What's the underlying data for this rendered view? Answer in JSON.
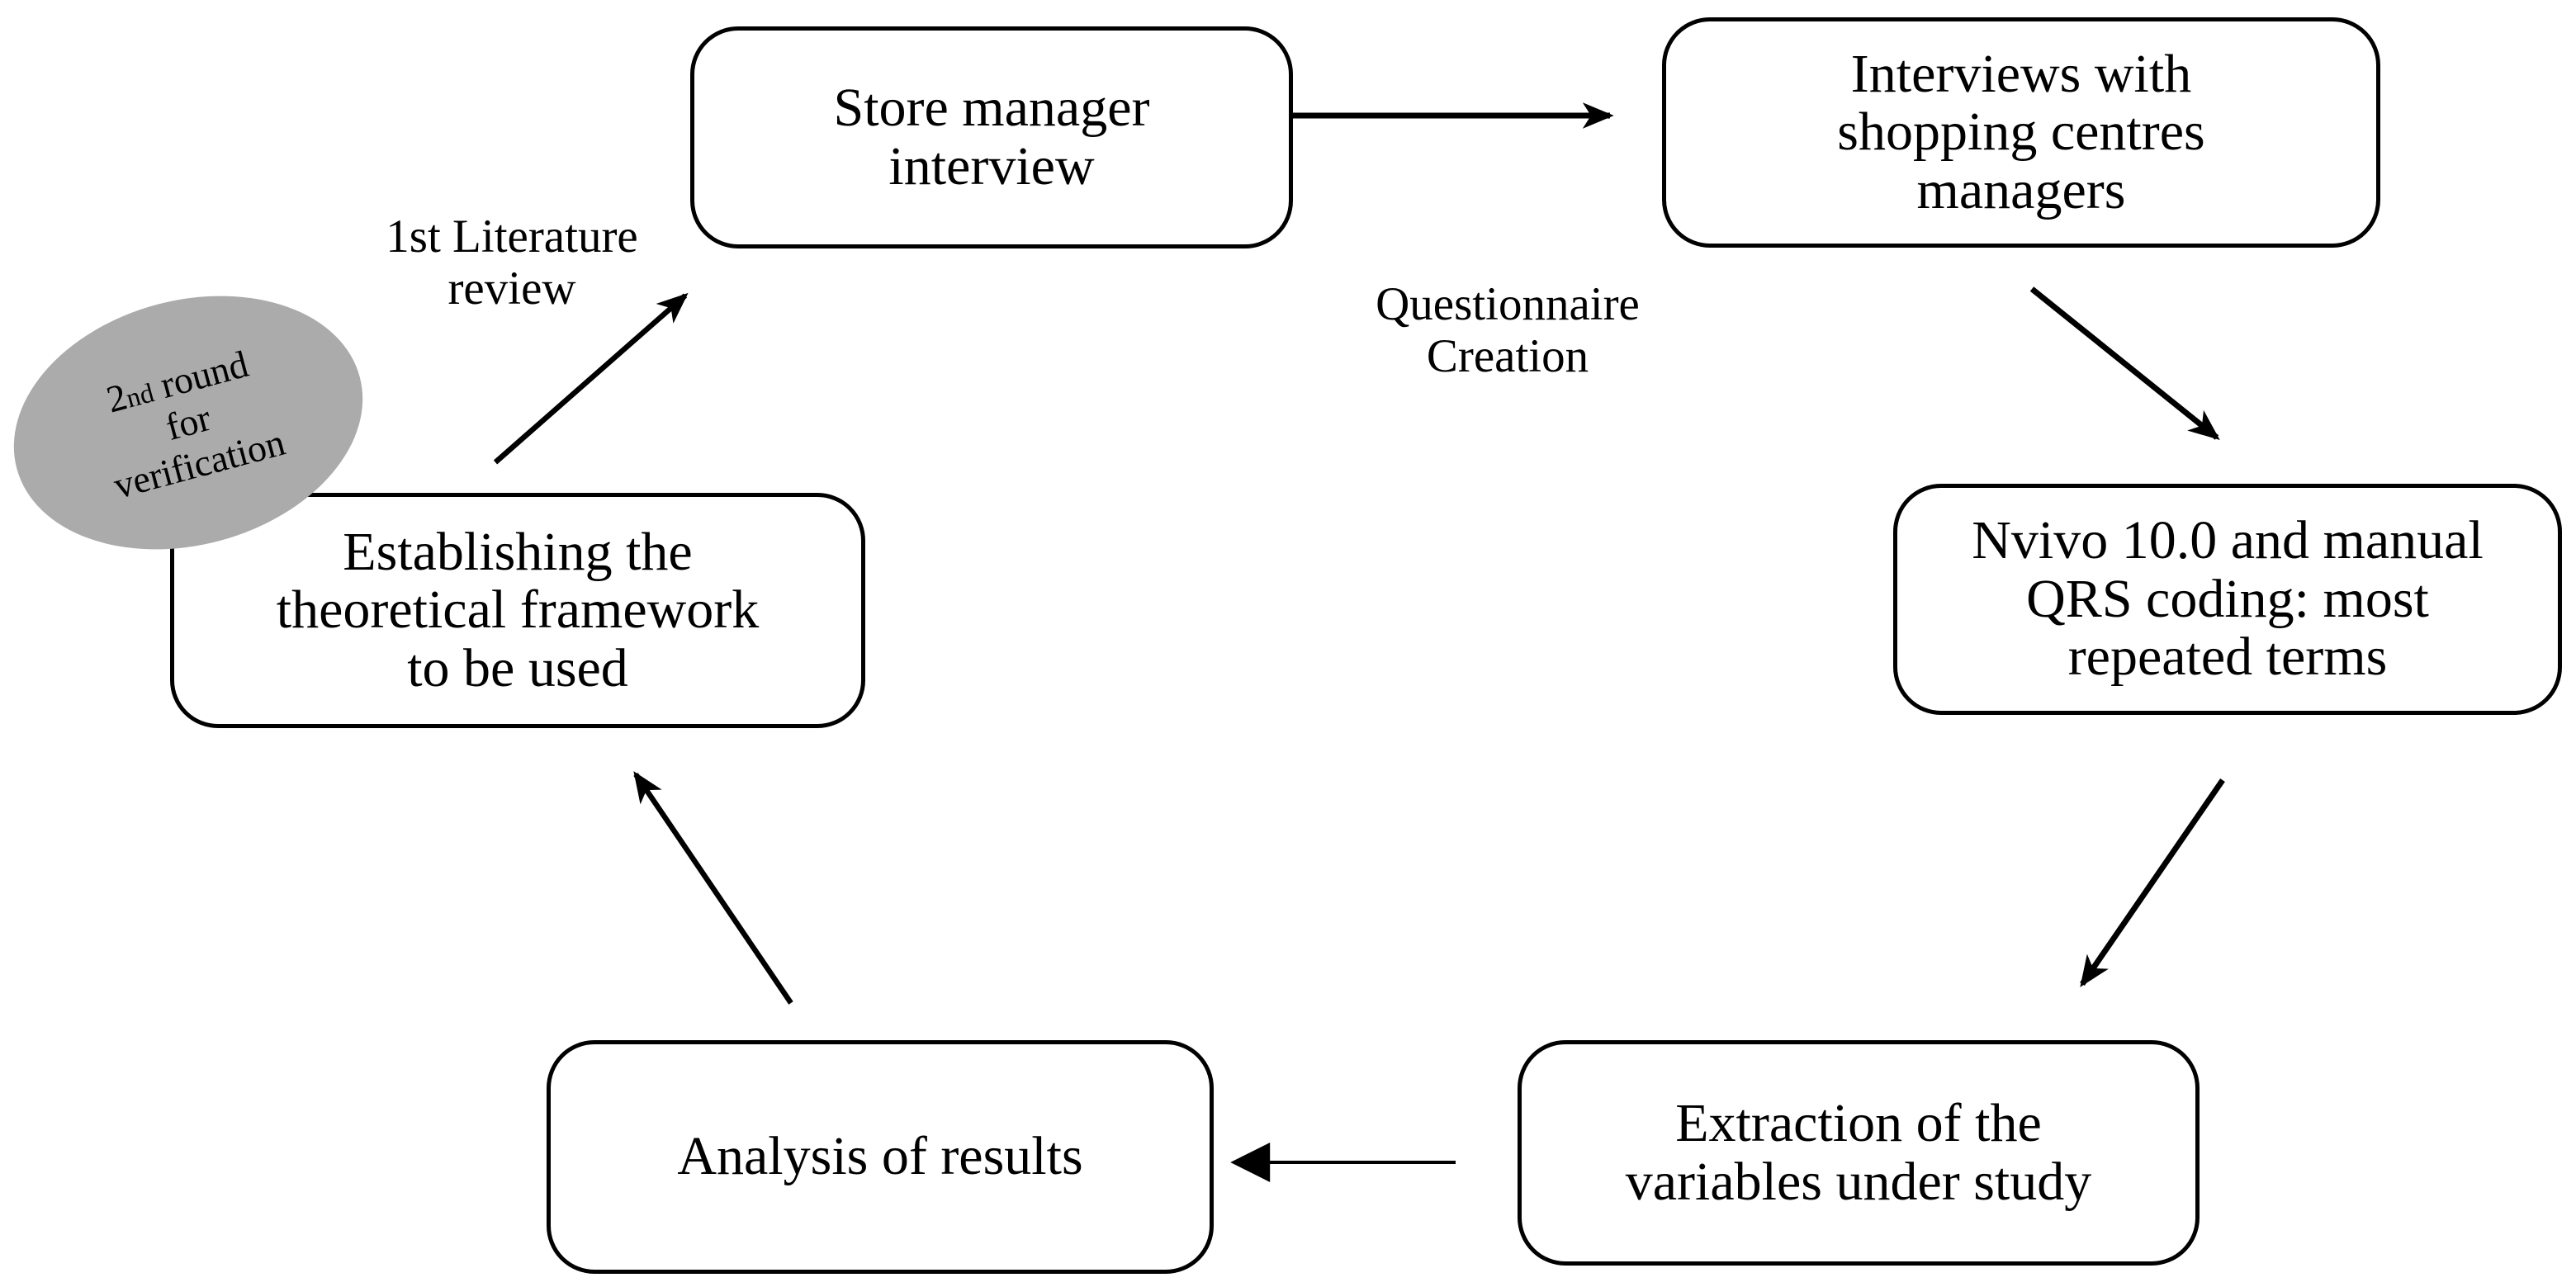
{
  "diagram": {
    "type": "flowchart-cycle",
    "colors": {
      "background": "#ffffff",
      "box_fill": "#ffffff",
      "box_border": "#000000",
      "arrow": "#000000",
      "text": "#000000",
      "ellipse_fill": "#ababab"
    },
    "nodes": [
      {
        "id": "store-manager-interview",
        "lines": [
          "Store manager",
          "interview"
        ]
      },
      {
        "id": "interviews-shopping-centres-managers",
        "lines": [
          "Interviews with",
          "shopping centres",
          "managers"
        ]
      },
      {
        "id": "nvivo-qrs-coding",
        "lines": [
          "Nvivo 10.0 and manual",
          "QRS coding: most",
          "repeated terms"
        ]
      },
      {
        "id": "extraction-of-variables",
        "lines": [
          "Extraction of the",
          "variables under study"
        ]
      },
      {
        "id": "analysis-of-results",
        "lines": [
          "Analysis of results"
        ]
      },
      {
        "id": "establishing-theoretical-framework",
        "lines": [
          "Establishing the",
          "theoretical framework",
          "to be used"
        ]
      }
    ],
    "edges": [
      {
        "from": "store-manager-interview",
        "to": "interviews-shopping-centres-managers",
        "label_lines": [
          "Questionnaire",
          "Creation"
        ]
      },
      {
        "from": "interviews-shopping-centres-managers",
        "to": "nvivo-qrs-coding",
        "label_lines": []
      },
      {
        "from": "nvivo-qrs-coding",
        "to": "extraction-of-variables",
        "label_lines": []
      },
      {
        "from": "extraction-of-variables",
        "to": "analysis-of-results",
        "label_lines": []
      },
      {
        "from": "analysis-of-results",
        "to": "establishing-theoretical-framework",
        "label_lines": []
      },
      {
        "from": "establishing-theoretical-framework",
        "to": "store-manager-interview",
        "label_lines": [
          "1st Literature",
          "review"
        ]
      }
    ],
    "ellipse_note": {
      "line1_number": "2",
      "line1_ordinal": "nd",
      "line1_rest": " round",
      "line2": "for",
      "line3": "verification",
      "fill": "#ababab"
    }
  }
}
